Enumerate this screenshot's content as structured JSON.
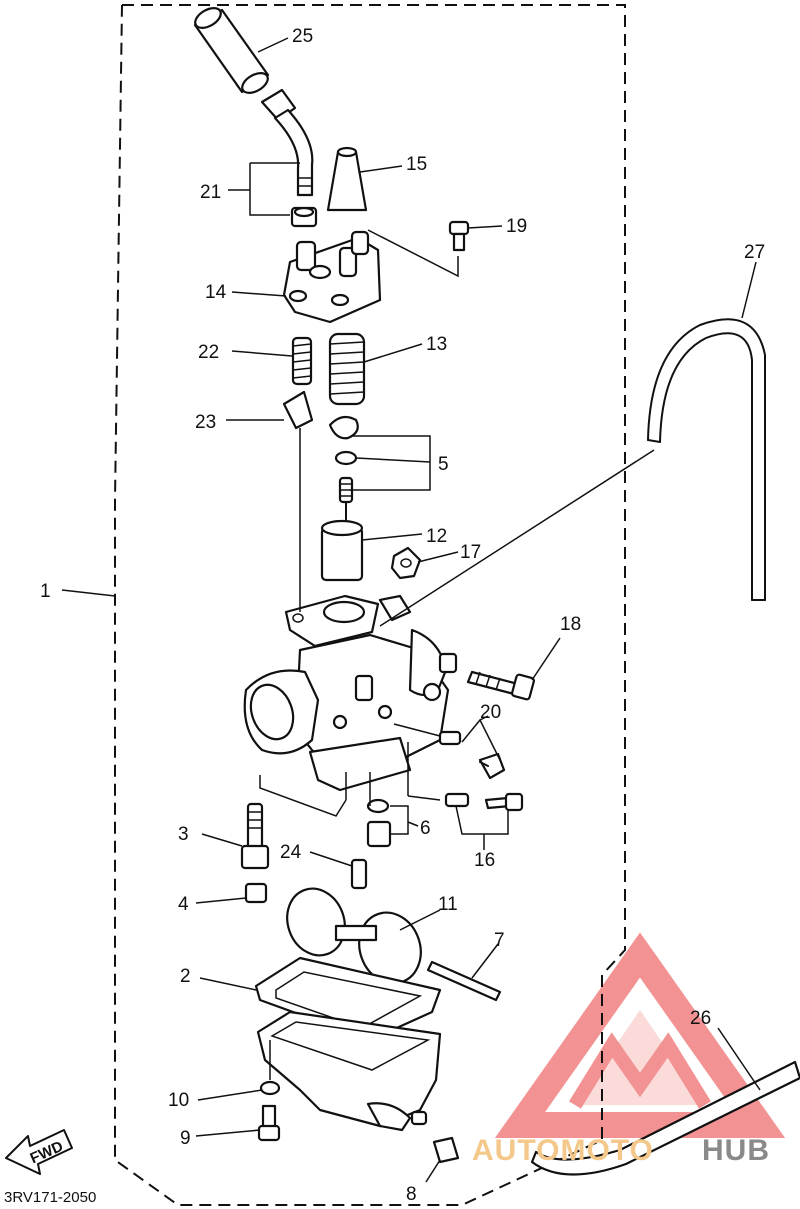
{
  "diagram": {
    "catalog_code": "3RV171-2050",
    "direction_badge": "FWD",
    "callouts": [
      "25",
      "21",
      "15",
      "19",
      "14",
      "22",
      "13",
      "23",
      "5",
      "12",
      "17",
      "1",
      "18",
      "20",
      "3",
      "6",
      "24",
      "16",
      "4",
      "11",
      "7",
      "2",
      "26",
      "10",
      "9",
      "8",
      "27"
    ]
  },
  "watermark": {
    "part_a": "AUTOMOTO",
    "part_b": "HUB",
    "colors": {
      "triangle": "#f08080",
      "text_a": "#f4c88a",
      "text_b": "#8a8a8a"
    }
  }
}
